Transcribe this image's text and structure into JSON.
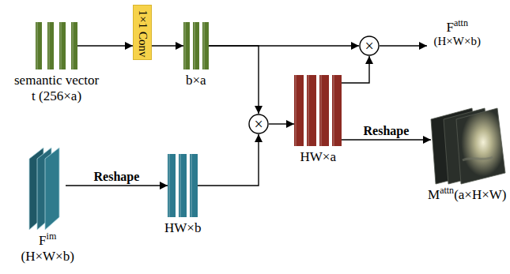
{
  "diagram": {
    "nodes": [
      {
        "text": [
          "semantic vector",
          "t (256×a)"
        ]
      },
      {
        "text": [
          "1×1 Conv"
        ]
      },
      {
        "text": [
          "b×a"
        ]
      },
      {
        "text": [
          "×"
        ]
      },
      {
        "text": [
          "F",
          "attn",
          "(H×W×b)"
        ]
      },
      {
        "text": [
          "×"
        ]
      },
      {
        "text": [
          "F",
          "im",
          "(H×W×b)"
        ]
      },
      {
        "text": [
          "HW×b"
        ]
      },
      {
        "text": [
          "HW×a"
        ]
      },
      {
        "text": [
          "M",
          "attn",
          "(a×H×W)"
        ]
      }
    ],
    "edges": [
      {
        "from": 0,
        "to": 1,
        "arrow": "to"
      },
      {
        "from": 1,
        "to": 2,
        "arrow": "to"
      },
      {
        "from": 2,
        "to": 3,
        "arrow": "to"
      },
      {
        "from": 3,
        "to": 4,
        "arrow": "to"
      },
      {
        "from": 2,
        "to": 5,
        "arrow": "to"
      },
      {
        "from": 6,
        "to": 7,
        "label": "Reshape",
        "arrow": "to"
      },
      {
        "from": 7,
        "to": 5,
        "arrow": "to"
      },
      {
        "from": 5,
        "to": 8,
        "arrow": "to"
      },
      {
        "from": 8,
        "to": 3,
        "arrow": "to"
      },
      {
        "from": 8,
        "to": 9,
        "label": "Reshape",
        "arrow": "to"
      }
    ]
  }
}
